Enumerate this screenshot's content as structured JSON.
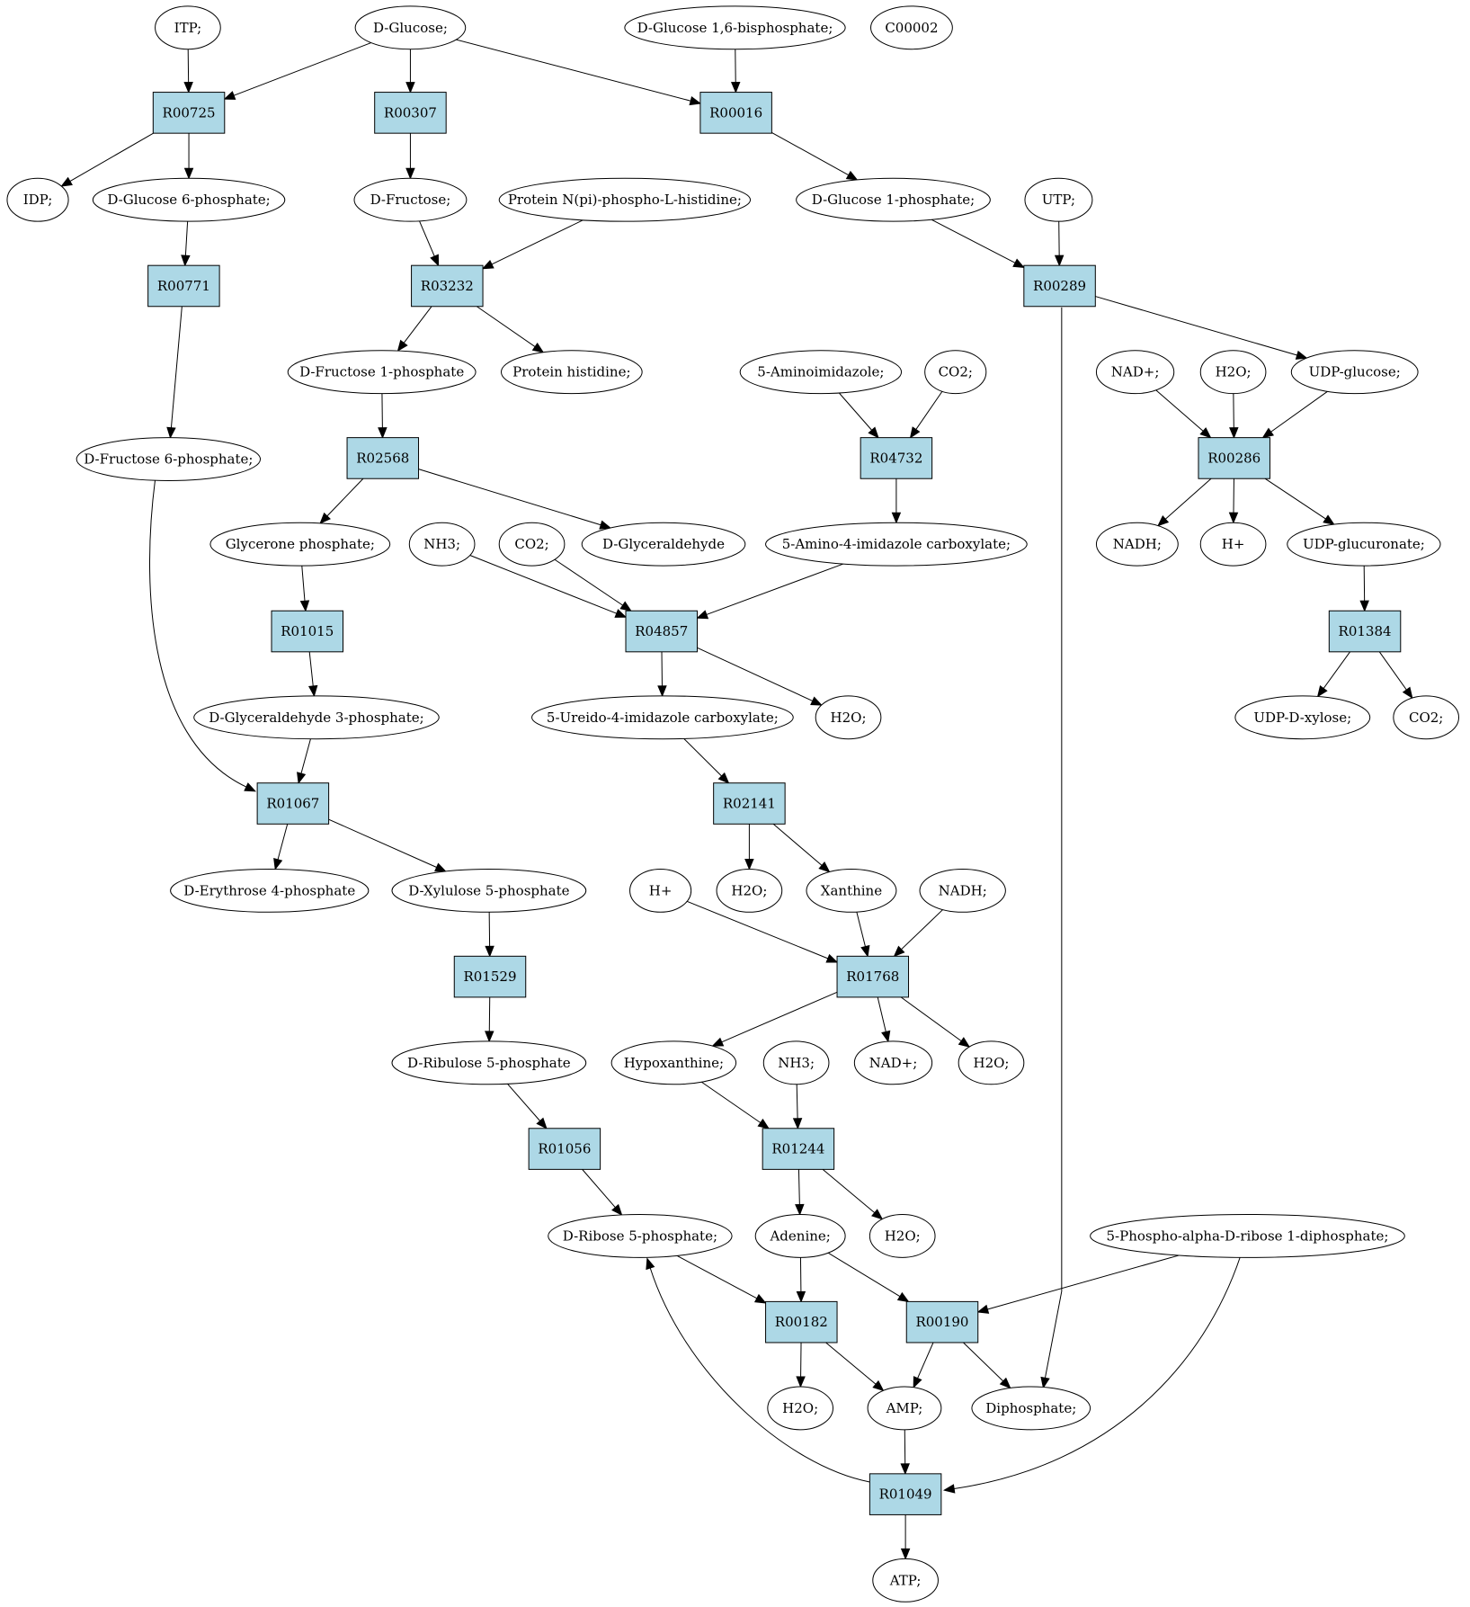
{
  "colors": {
    "reaction_fill": "#add8e6",
    "compound_fill": "#ffffff",
    "highlight_start": "#00ff00",
    "highlight_query": "#ffff00",
    "stroke": "#000000"
  },
  "nodes": [
    {
      "id": "itp",
      "type": "compound",
      "label": "ITP;"
    },
    {
      "id": "glc",
      "type": "compound",
      "label": "D-Glucose;",
      "highlight": "highlight_start"
    },
    {
      "id": "g16bp",
      "type": "compound",
      "label": "D-Glucose 1,6-bisphosphate;"
    },
    {
      "id": "c00002",
      "type": "compound",
      "label": "C00002",
      "highlight": "highlight_query"
    },
    {
      "id": "R00725",
      "type": "reaction",
      "label": "R00725"
    },
    {
      "id": "R00307",
      "type": "reaction",
      "label": "R00307"
    },
    {
      "id": "R00016",
      "type": "reaction",
      "label": "R00016"
    },
    {
      "id": "idp",
      "type": "compound",
      "label": "IDP;"
    },
    {
      "id": "g6p",
      "type": "compound",
      "label": "D-Glucose 6-phosphate;"
    },
    {
      "id": "fru",
      "type": "compound",
      "label": "D-Fructose;"
    },
    {
      "id": "pnph",
      "type": "compound",
      "label": "Protein N(pi)-phospho-L-histidine;"
    },
    {
      "id": "g1p",
      "type": "compound",
      "label": "D-Glucose 1-phosphate;"
    },
    {
      "id": "utp",
      "type": "compound",
      "label": "UTP;"
    },
    {
      "id": "R00771",
      "type": "reaction",
      "label": "R00771"
    },
    {
      "id": "R03232",
      "type": "reaction",
      "label": "R03232"
    },
    {
      "id": "R00289",
      "type": "reaction",
      "label": "R00289"
    },
    {
      "id": "f1p",
      "type": "compound",
      "label": "D-Fructose 1-phosphate"
    },
    {
      "id": "phis",
      "type": "compound",
      "label": "Protein histidine;"
    },
    {
      "id": "aimid",
      "type": "compound",
      "label": "5-Aminoimidazole;"
    },
    {
      "id": "co2a",
      "type": "compound",
      "label": "CO2;"
    },
    {
      "id": "nadp1",
      "type": "compound",
      "label": "NAD+;"
    },
    {
      "id": "h2o1",
      "type": "compound",
      "label": "H2O;"
    },
    {
      "id": "udpg",
      "type": "compound",
      "label": "UDP-glucose;"
    },
    {
      "id": "f6p",
      "type": "compound",
      "label": "D-Fructose 6-phosphate;"
    },
    {
      "id": "R02568",
      "type": "reaction",
      "label": "R02568"
    },
    {
      "id": "R04732",
      "type": "reaction",
      "label": "R04732"
    },
    {
      "id": "R00286",
      "type": "reaction",
      "label": "R00286"
    },
    {
      "id": "gnp",
      "type": "compound",
      "label": "Glycerone phosphate;"
    },
    {
      "id": "nh3a",
      "type": "compound",
      "label": "NH3;"
    },
    {
      "id": "co2b",
      "type": "compound",
      "label": "CO2;"
    },
    {
      "id": "glyald",
      "type": "compound",
      "label": "D-Glyceraldehyde"
    },
    {
      "id": "aicarb",
      "type": "compound",
      "label": "5-Amino-4-imidazole carboxylate;"
    },
    {
      "id": "nadh1",
      "type": "compound",
      "label": "NADH;"
    },
    {
      "id": "hp1",
      "type": "compound",
      "label": "H+"
    },
    {
      "id": "udpgluc",
      "type": "compound",
      "label": "UDP-glucuronate;"
    },
    {
      "id": "R01015",
      "type": "reaction",
      "label": "R01015"
    },
    {
      "id": "R04857",
      "type": "reaction",
      "label": "R04857"
    },
    {
      "id": "R01384",
      "type": "reaction",
      "label": "R01384"
    },
    {
      "id": "ga3p",
      "type": "compound",
      "label": "D-Glyceraldehyde 3-phosphate;"
    },
    {
      "id": "uicarb",
      "type": "compound",
      "label": "5-Ureido-4-imidazole carboxylate;"
    },
    {
      "id": "h2o2",
      "type": "compound",
      "label": "H2O;"
    },
    {
      "id": "udpxyl",
      "type": "compound",
      "label": "UDP-D-xylose;"
    },
    {
      "id": "co2c",
      "type": "compound",
      "label": "CO2;"
    },
    {
      "id": "R01067",
      "type": "reaction",
      "label": "R01067"
    },
    {
      "id": "R02141",
      "type": "reaction",
      "label": "R02141"
    },
    {
      "id": "e4p",
      "type": "compound",
      "label": "D-Erythrose 4-phosphate"
    },
    {
      "id": "xu5p",
      "type": "compound",
      "label": "D-Xylulose 5-phosphate"
    },
    {
      "id": "hp2",
      "type": "compound",
      "label": "H+"
    },
    {
      "id": "h2o3",
      "type": "compound",
      "label": "H2O;"
    },
    {
      "id": "xan",
      "type": "compound",
      "label": "Xanthine"
    },
    {
      "id": "nadh2",
      "type": "compound",
      "label": "NADH;"
    },
    {
      "id": "R01529",
      "type": "reaction",
      "label": "R01529"
    },
    {
      "id": "R01768",
      "type": "reaction",
      "label": "R01768"
    },
    {
      "id": "ru5p",
      "type": "compound",
      "label": "D-Ribulose 5-phosphate"
    },
    {
      "id": "hypx",
      "type": "compound",
      "label": "Hypoxanthine;"
    },
    {
      "id": "nh3b",
      "type": "compound",
      "label": "NH3;"
    },
    {
      "id": "nadp2",
      "type": "compound",
      "label": "NAD+;"
    },
    {
      "id": "h2o4",
      "type": "compound",
      "label": "H2O;"
    },
    {
      "id": "R01056",
      "type": "reaction",
      "label": "R01056"
    },
    {
      "id": "R01244",
      "type": "reaction",
      "label": "R01244"
    },
    {
      "id": "r5p",
      "type": "compound",
      "label": "D-Ribose 5-phosphate;"
    },
    {
      "id": "ade",
      "type": "compound",
      "label": "Adenine;"
    },
    {
      "id": "h2o5",
      "type": "compound",
      "label": "H2O;"
    },
    {
      "id": "prpp",
      "type": "compound",
      "label": "5-Phospho-alpha-D-ribose 1-diphosphate;"
    },
    {
      "id": "R00182",
      "type": "reaction",
      "label": "R00182"
    },
    {
      "id": "R00190",
      "type": "reaction",
      "label": "R00190"
    },
    {
      "id": "h2o6",
      "type": "compound",
      "label": "H2O;"
    },
    {
      "id": "amp",
      "type": "compound",
      "label": "AMP;"
    },
    {
      "id": "ppi",
      "type": "compound",
      "label": "Diphosphate;"
    },
    {
      "id": "R01049",
      "type": "reaction",
      "label": "R01049"
    },
    {
      "id": "atp",
      "type": "compound",
      "label": "ATP;"
    }
  ],
  "edges": [
    [
      "itp",
      "R00725"
    ],
    [
      "glc",
      "R00725"
    ],
    [
      "glc",
      "R00307"
    ],
    [
      "glc",
      "R00016"
    ],
    [
      "g16bp",
      "R00016"
    ],
    [
      "R00725",
      "idp"
    ],
    [
      "R00725",
      "g6p"
    ],
    [
      "R00307",
      "fru"
    ],
    [
      "R00016",
      "g1p"
    ],
    [
      "g6p",
      "R00771"
    ],
    [
      "fru",
      "R03232"
    ],
    [
      "pnph",
      "R03232"
    ],
    [
      "g1p",
      "R00289"
    ],
    [
      "utp",
      "R00289"
    ],
    [
      "R00771",
      "f6p"
    ],
    [
      "R03232",
      "f1p"
    ],
    [
      "R03232",
      "phis"
    ],
    [
      "R00289",
      "udpg"
    ],
    [
      "R00289",
      "ppi"
    ],
    [
      "f1p",
      "R02568"
    ],
    [
      "aimid",
      "R04732"
    ],
    [
      "co2a",
      "R04732"
    ],
    [
      "nadp1",
      "R00286"
    ],
    [
      "h2o1",
      "R00286"
    ],
    [
      "udpg",
      "R00286"
    ],
    [
      "R02568",
      "gnp"
    ],
    [
      "R02568",
      "glyald"
    ],
    [
      "R04732",
      "aicarb"
    ],
    [
      "R00286",
      "nadh1"
    ],
    [
      "R00286",
      "hp1"
    ],
    [
      "R00286",
      "udpgluc"
    ],
    [
      "gnp",
      "R01015"
    ],
    [
      "nh3a",
      "R04857"
    ],
    [
      "co2b",
      "R04857"
    ],
    [
      "aicarb",
      "R04857"
    ],
    [
      "udpgluc",
      "R01384"
    ],
    [
      "R01015",
      "ga3p"
    ],
    [
      "R04857",
      "uicarb"
    ],
    [
      "R04857",
      "h2o2"
    ],
    [
      "R01384",
      "udpxyl"
    ],
    [
      "R01384",
      "co2c"
    ],
    [
      "ga3p",
      "R01067"
    ],
    [
      "f6p",
      "R01067"
    ],
    [
      "uicarb",
      "R02141"
    ],
    [
      "R01067",
      "e4p"
    ],
    [
      "R01067",
      "xu5p"
    ],
    [
      "R02141",
      "h2o3"
    ],
    [
      "R02141",
      "xan"
    ],
    [
      "xu5p",
      "R01529"
    ],
    [
      "hp2",
      "R01768"
    ],
    [
      "xan",
      "R01768"
    ],
    [
      "nadh2",
      "R01768"
    ],
    [
      "R01529",
      "ru5p"
    ],
    [
      "R01768",
      "hypx"
    ],
    [
      "R01768",
      "nadp2"
    ],
    [
      "R01768",
      "h2o4"
    ],
    [
      "ru5p",
      "R01056"
    ],
    [
      "hypx",
      "R01244"
    ],
    [
      "nh3b",
      "R01244"
    ],
    [
      "R01056",
      "r5p"
    ],
    [
      "R01244",
      "ade"
    ],
    [
      "R01244",
      "h2o5"
    ],
    [
      "r5p",
      "R00182"
    ],
    [
      "ade",
      "R00182"
    ],
    [
      "ade",
      "R00190"
    ],
    [
      "prpp",
      "R00190"
    ],
    [
      "R00182",
      "h2o6"
    ],
    [
      "R00182",
      "amp"
    ],
    [
      "R00190",
      "amp"
    ],
    [
      "R00190",
      "ppi"
    ],
    [
      "amp",
      "R01049"
    ],
    [
      "prpp",
      "R01049"
    ],
    [
      "R01049",
      "atp"
    ],
    [
      "R01049",
      "r5p"
    ]
  ]
}
